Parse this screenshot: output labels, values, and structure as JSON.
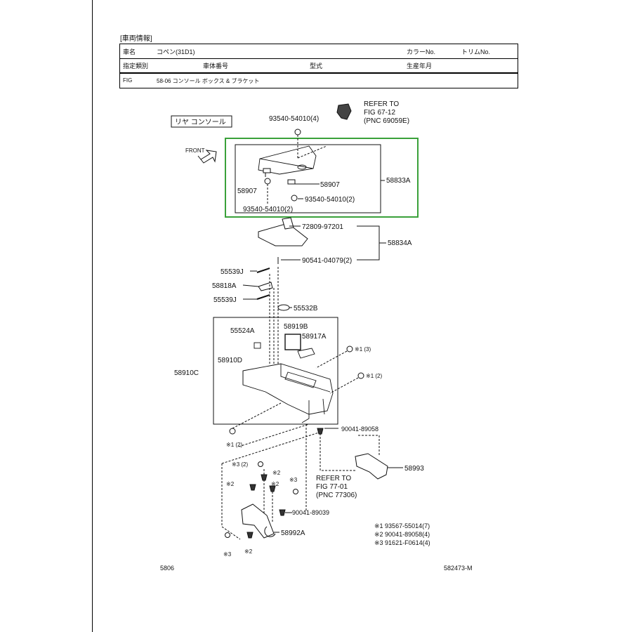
{
  "header": {
    "section_title": "[車両情報]",
    "row1": {
      "name_label": "車名",
      "name_value": "コペン(31D1)",
      "color_label": "カラーNo.",
      "trim_label": "トリムNo."
    },
    "row2": {
      "spec_label": "指定類別",
      "vin_label": "車体番号",
      "model_label": "型式",
      "prod_label": "生産年月"
    },
    "fig_row": {
      "fig_label": "FIG",
      "fig_value": "58-06 コンソール ボックス & ブラケット"
    }
  },
  "diagram": {
    "section_label": "リヤ コンソール",
    "front_label": "FRONT",
    "refer_top": [
      "REFER TO",
      "FIG 67-12",
      "(PNC 69059E)"
    ],
    "refer_mid": [
      "REFER TO",
      "FIG 77-01",
      "(PNC 77306)"
    ],
    "parts": {
      "p93540_top": "93540-54010(4)",
      "p58833A": "58833A",
      "p58907_left": "58907",
      "p58907_right": "58907",
      "p93540_right": "93540-54010(2)",
      "p93540_bottom": "93540-54010(2)",
      "p72809": "72809-97201",
      "p58834A": "58834A",
      "p90541": "90541-04079(2)",
      "p55539J_1": "55539J",
      "p58818A": "58818A",
      "p55539J_2": "55539J",
      "p55532B": "55532B",
      "p55524A": "55524A",
      "p58919B": "58919B",
      "p58917A": "58917A",
      "p58910D": "58910D",
      "p58910C": "58910C",
      "note1_3": "※1 (3)",
      "note1_2a": "※1 (2)",
      "note1_2b": "※1 (2)",
      "p90041_89058": "90041-89058",
      "p58993": "58993",
      "note3_2": "※3 (2)",
      "note2_a": "※2",
      "note2_b": "※2",
      "note2_c": "※2",
      "note3_a": "※3",
      "p90041_89039": "90041-89039",
      "p58992A": "58992A",
      "note3_b": "※3",
      "note2_d": "※2"
    },
    "legend": [
      "※1 93567-55014(7)",
      "※2 90041-89058(4)",
      "※3 91621-F0614(4)"
    ]
  },
  "footer": {
    "left": "5806",
    "right": "582473-M"
  },
  "colors": {
    "highlight": "#3aa13a",
    "ink": "#111111"
  }
}
